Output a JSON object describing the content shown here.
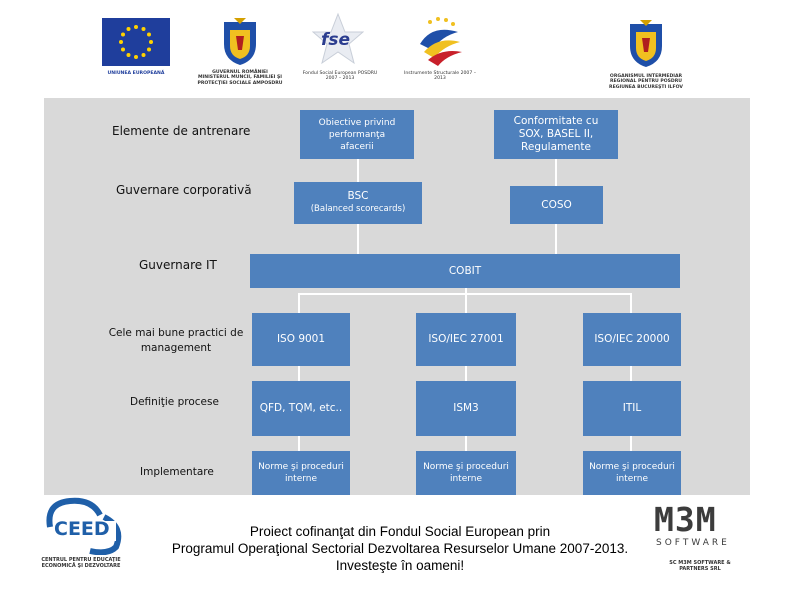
{
  "header": {
    "logos": [
      {
        "name": "eu-flag",
        "label": "UNIUNEA EUROPEANĂ"
      },
      {
        "name": "romania-coat-of-arms-1",
        "label": "GUVERNUL ROMÂNIEI MINISTERUL MUNCII, FAMILIEI ŞI PROTECŢIEI SOCIALE AMPOSDRU"
      },
      {
        "name": "fse-logo",
        "label": "Fondul Social European POSDRU 2007 – 2013"
      },
      {
        "name": "instrumente-structurale-logo",
        "label": "Instrumente Structurale 2007 – 2013"
      },
      {
        "name": "romania-coat-of-arms-2",
        "label": "ORGANISMUL INTERMEDIAR REGIONAL PENTRU POSDRU REGIUNEA BUCUREŞTI ILFOV"
      }
    ],
    "fse_text": "fse"
  },
  "diagram": {
    "levels": [
      "Elemente de antrenare",
      "Guvernare corporativă",
      "Guvernare IT",
      "Cele mai bune practici de management",
      "Definiţie procese",
      "Implementare"
    ],
    "boxes": {
      "business_objectives": "Obiective privind performanţa afacerii",
      "compliance": "Conformitate cu SOX, BASEL II, Regulamente",
      "bsc": "BSC",
      "bsc_sub": "(Balanced scorecards)",
      "coso": "COSO",
      "cobit": "COBIT",
      "iso9001": "ISO 9001",
      "iso27001": "ISO/IEC 27001",
      "iso20000": "ISO/IEC 20000",
      "qfd": "QFD, TQM, etc..",
      "ism3": "ISM3",
      "itil": "ITIL",
      "norms1": "Norme şi proceduri interne",
      "norms2": "Norme şi proceduri interne",
      "norms3": "Norme şi proceduri interne"
    },
    "colors": {
      "box": "#4f81bd",
      "panel": "#d9d9d9",
      "connector": "#ffffff"
    }
  },
  "footer": {
    "line1": "Proiect cofinanţat din Fondul Social European prin",
    "line2": "Programul Operaţional Sectorial Dezvoltarea Resurselor Umane 2007-2013.",
    "line3": "Investeşte în oameni!",
    "ceed_logo": "CEED",
    "ceed_label": "CENTRUL PENTRU EDUCAŢIE ECONOMICĂ ŞI DEZVOLTARE",
    "mbm_logo": "M3M",
    "mbm_sub": "SOFTWARE",
    "mbm_label": "SC M3M SOFTWARE & PARTNERS SRL"
  }
}
